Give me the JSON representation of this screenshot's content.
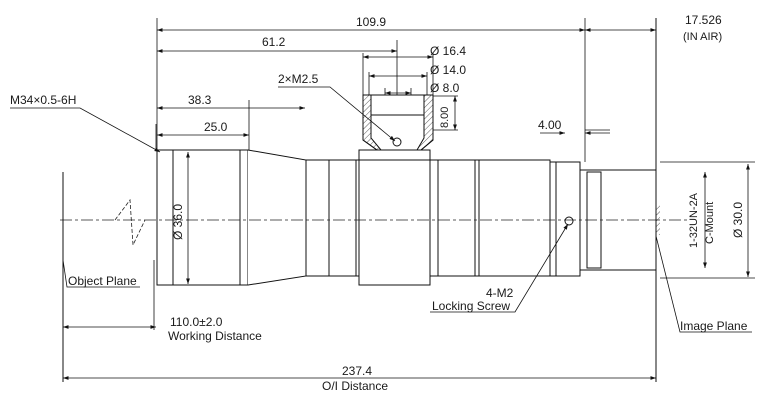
{
  "dimensions": {
    "total_length": "109.9",
    "to_mount": "61.2",
    "to_front": "38.3",
    "front_length": "25.0",
    "back_focus": "17.526",
    "back_focus_note": "(IN AIR)",
    "flange": "4.00",
    "mount_dia_outer": "Ø 16.4",
    "mount_dia_mid": "Ø 14.0",
    "mount_dia_inner": "Ø 8.0",
    "mount_height": "8.00",
    "front_dia": "Ø 36.0",
    "rear_dia": "Ø 30.0",
    "working_distance": "110.0±2.0",
    "oi_distance": "237.4"
  },
  "labels": {
    "front_thread": "M34×0.5-6H",
    "mount_screws": "2×M2.5",
    "object_plane": "Object Plane",
    "working_distance": "Working Distance",
    "locking_count": "4-M2",
    "locking_screw": "Locking Screw",
    "rear_thread": "1-32UN-2A",
    "c_mount": "C-Mount",
    "image_plane": "Image Plane",
    "oi_distance": "O/I Distance"
  }
}
